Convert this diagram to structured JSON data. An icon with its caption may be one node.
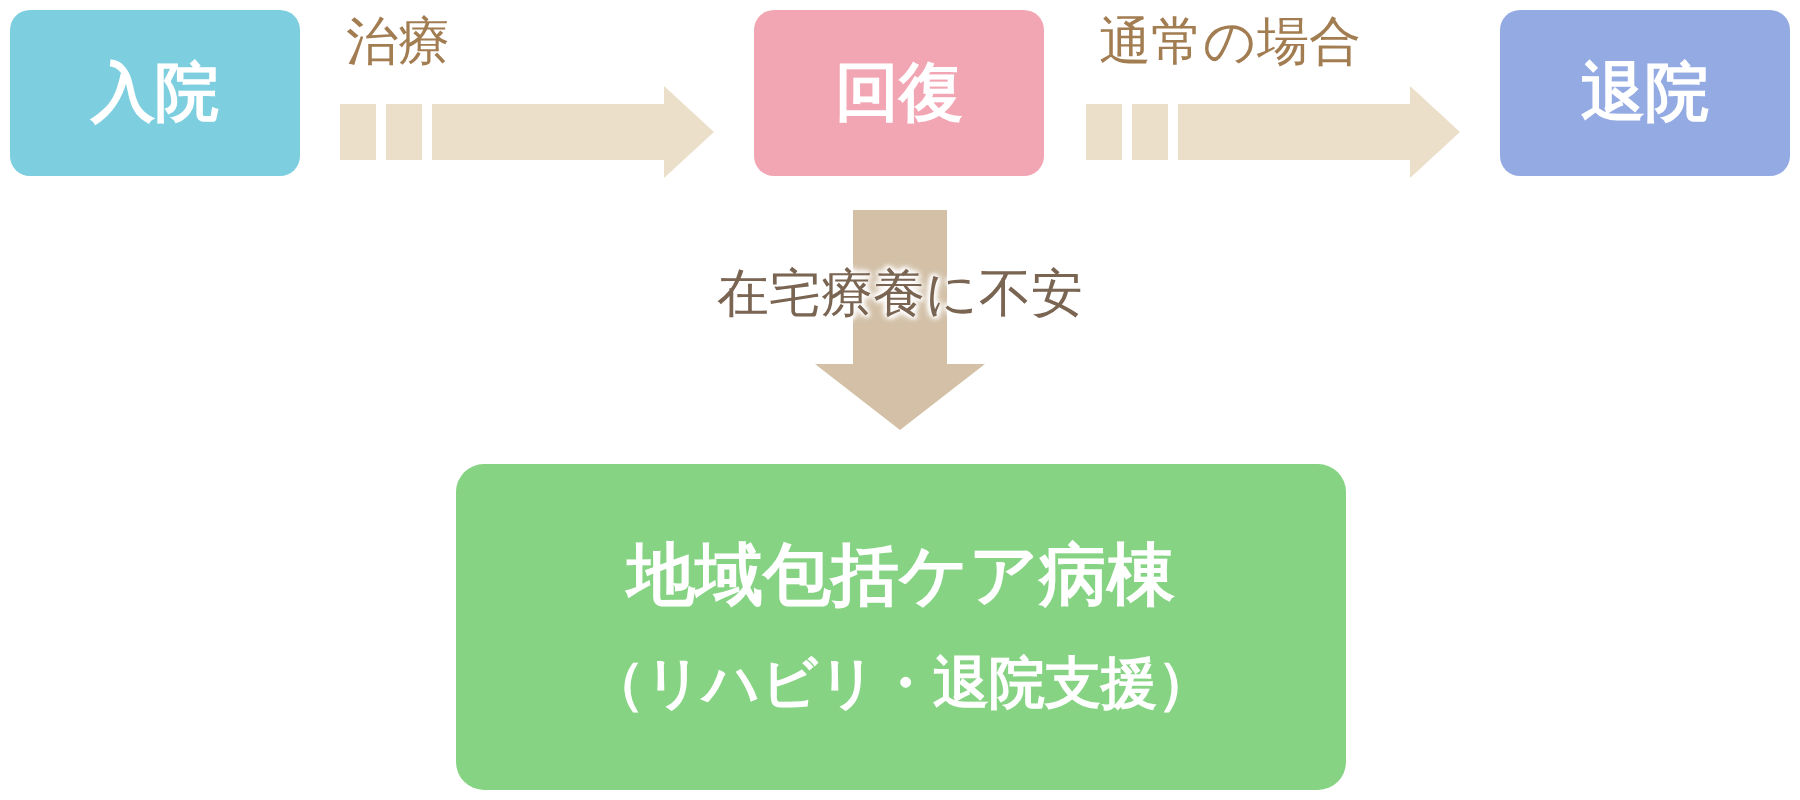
{
  "diagram": {
    "nodes": [
      {
        "text": [
          "入院"
        ]
      },
      {
        "text": [
          "回復"
        ]
      },
      {
        "text": [
          "退院"
        ]
      },
      {
        "text": [
          "地域包括ケア病棟",
          "（リハビリ・退院支援）"
        ]
      }
    ],
    "edges": [
      {
        "from": 0,
        "to": 1,
        "arrow": "to",
        "label": "治療",
        "style": "thick"
      },
      {
        "from": 1,
        "to": 2,
        "arrow": "to",
        "label": "通常の場合",
        "style": "thick"
      },
      {
        "from": 1,
        "to": 3,
        "arrow": "to",
        "label": "在宅療養に不安",
        "style": "thick",
        "color": "#d3c0a7"
      }
    ]
  }
}
